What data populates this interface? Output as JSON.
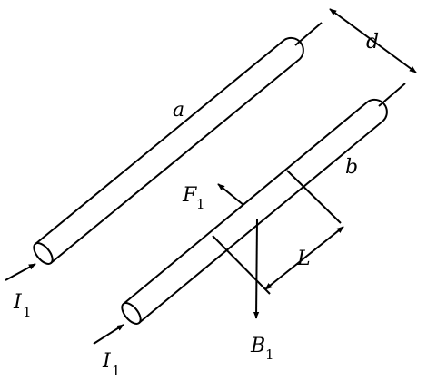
{
  "labels": {
    "wire_a": "a",
    "wire_b": "b",
    "separation": "d",
    "length": "L",
    "force": "F",
    "force_sub": "1",
    "field": "B",
    "field_sub": "1",
    "current_a": "I",
    "current_a_sub": "1",
    "current_b": "I",
    "current_b_sub": "1"
  },
  "colors": {
    "ink": "#000000",
    "background": "#ffffff"
  }
}
